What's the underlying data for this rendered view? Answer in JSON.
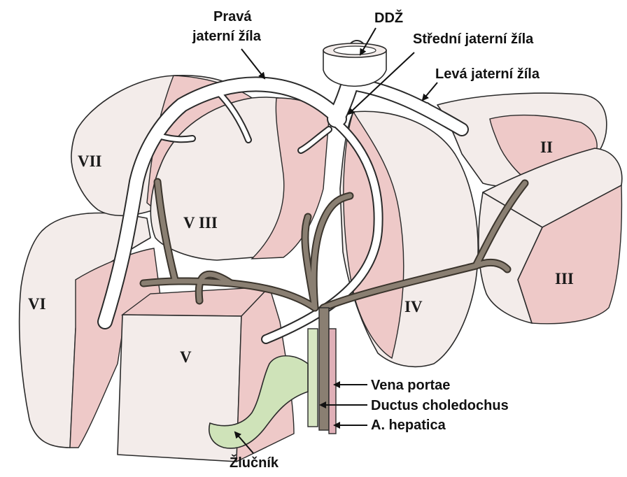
{
  "labels": {
    "prava_line1": "Pravá",
    "prava_line2": "jaterní žíla",
    "ddz": "DDŽ",
    "stredni": "Střední jaterní žíla",
    "leva": "Levá jaterní žíla",
    "vena_portae": "Vena portae",
    "ductus": "Ductus choledochus",
    "a_hepatica": "A. hepatica",
    "zlucnik": "Žlučník"
  },
  "segments": {
    "s2": "II",
    "s3": "III",
    "s4": "IV",
    "s5": "V",
    "s6": "VI",
    "s7": "VII",
    "s8": "V III"
  },
  "colors": {
    "parenchyma": "#f3ecea",
    "cut_surface": "#eec9c8",
    "vein": "#ffffff",
    "portal_branch": "#8a7f72",
    "gallbladder": "#cfe3b9",
    "duct": "#d6e6c2",
    "artery": "#e0b0b8",
    "outline": "#2a2a2a"
  }
}
